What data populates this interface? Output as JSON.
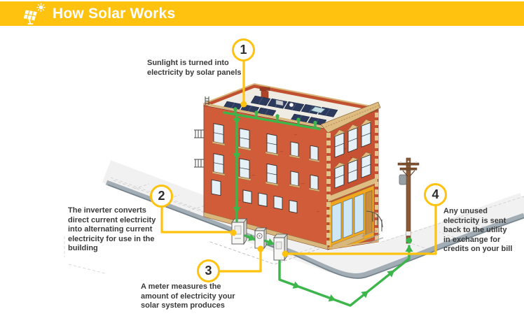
{
  "header": {
    "title": "How Solar Works",
    "icon": "solar-panel-sun-icon",
    "background_color": "#FFC20E",
    "title_color": "#FFFFFF"
  },
  "callouts": [
    {
      "number": "1",
      "text": "Sunlight is turned into\nelectricity by solar panels"
    },
    {
      "number": "2",
      "text": "The inverter converts\ndirect current electricity\ninto alternating current\nelectricity for use in the\nbuilding"
    },
    {
      "number": "3",
      "text": "A meter measures the\namount of electricity your\nsolar system produces"
    },
    {
      "number": "4",
      "text": "Any unused\nelectricity is sent\nback to the utility\nin exchange for\ncredits on your bill"
    }
  ],
  "colors": {
    "callout_yellow": "#FFC20E",
    "energy_flow_green": "#3CB54A",
    "building_brick_red": "#D15C3A",
    "cornice_tan": "#DEBC82",
    "solar_panel_navy": "#2C3A5E",
    "text": "#3A3A3A"
  }
}
